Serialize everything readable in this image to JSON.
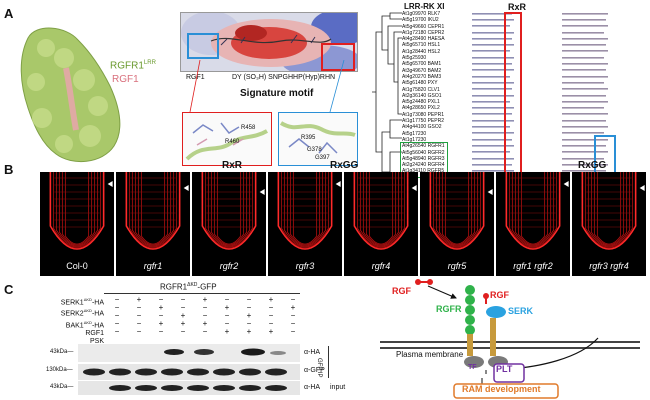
{
  "panelA": {
    "label": "A",
    "protein_label_rgfr1": "RGFR1",
    "protein_label_rgfr1_sup": "LRR",
    "protein_label_rgf1": "RGF1",
    "surface_caption_left": "RGF1",
    "surface_caption_seq": "DY (SO₃H) SNPGHHP(Hyp)RHN",
    "signature_title": "Signature motif",
    "residues_left": [
      "R458",
      "R460"
    ],
    "residues_right": [
      "R395",
      "G378",
      "G397"
    ],
    "tree_title": "LRR-RK XI",
    "rxr_header": "RxR",
    "rxgg_header": "RxGG",
    "genes": [
      [
        "At1g09970",
        "RLK7"
      ],
      [
        "At5g19700",
        "IKU2"
      ],
      [
        "At5g49660",
        "CEPR1"
      ],
      [
        "At1g72180",
        "CEPR2"
      ],
      [
        "At4g28490",
        "HAESA"
      ],
      [
        "At5g65710",
        "HSL1"
      ],
      [
        "At1g28440",
        "HSL2"
      ],
      [
        "At5g25930",
        ""
      ],
      [
        "At5g65700",
        "BAM1"
      ],
      [
        "At3g49670",
        "BAM2"
      ],
      [
        "At4g20270",
        "BAM3"
      ],
      [
        "At5g61480",
        "PXY"
      ],
      [
        "At1g75820",
        "CLV1"
      ],
      [
        "At2g36140",
        "GSO1"
      ],
      [
        "At5g24480",
        "PXL1"
      ],
      [
        "At4g28650",
        "PXL2"
      ],
      [
        "At1g73080",
        "PEPR1"
      ],
      [
        "At1g17750",
        "PEPR2"
      ],
      [
        "At4g44100",
        "GSO2"
      ],
      [
        "At5g17230",
        ""
      ],
      [
        "At1g17230",
        ""
      ],
      [
        "At4g26540",
        "RGFR1"
      ],
      [
        "At5g56040",
        "RGFR2"
      ],
      [
        "At5g48940",
        "RGFR3"
      ],
      [
        "At2g24240",
        "RGFR4"
      ],
      [
        "At1g34110",
        "RGFR5"
      ]
    ]
  },
  "panelB": {
    "label": "B",
    "headers": {
      "rxr": "RxR",
      "rxgg_1": "RxGG",
      "rxgg_2": "RxGG"
    },
    "panels": [
      "Col-0",
      "rgfr1",
      "rgfr2",
      "rgfr3",
      "rgfr4",
      "rgfr5",
      "rgfr1 rgfr2",
      "rgfr3 rgfr4"
    ]
  },
  "panelC": {
    "label": "C",
    "construct": "RGFR1",
    "construct_sup": "ΔKD",
    "construct_suffix": "-GFP",
    "row_labels": [
      {
        "main": "SERK1",
        "sup": "ΔKD",
        "suffix": "-HA"
      },
      {
        "main": "SERK2",
        "sup": "ΔKD",
        "suffix": "-HA"
      },
      {
        "main": "BAK1",
        "sup": "ΔKD",
        "suffix": "-HA"
      },
      {
        "main": "RGF1",
        "sup": "",
        "suffix": ""
      },
      {
        "main": "PSK",
        "sup": "",
        "suffix": ""
      }
    ],
    "signs": [
      [
        "−",
        "+",
        "−",
        "−",
        "+",
        "−",
        "−",
        "+",
        "−"
      ],
      [
        "−",
        "−",
        "+",
        "−",
        "−",
        "+",
        "−",
        "−",
        "+"
      ],
      [
        "−",
        "−",
        "−",
        "+",
        "−",
        "−",
        "+",
        "−",
        "−"
      ],
      [
        "−",
        "−",
        "+",
        "+",
        "+",
        "−",
        "−",
        "−",
        "−"
      ],
      [
        "−",
        "−",
        "−",
        "−",
        "−",
        "+",
        "+",
        "+",
        "−"
      ]
    ],
    "mw": [
      "43kDa—",
      "130kDa—",
      "43kDa—"
    ],
    "blot_labels": [
      "α-HA",
      "α-GFP",
      "α-HA"
    ],
    "ip_label": "GFP IP",
    "input_label": "input",
    "diagram": {
      "rgf_left": "RGF",
      "rgfr": "RGFR",
      "rgf_right": "RGF",
      "serk": "SERK",
      "membrane": "Plasma membrane",
      "tf": "TF",
      "plt": "PLT",
      "outcome": "RAM development"
    }
  }
}
